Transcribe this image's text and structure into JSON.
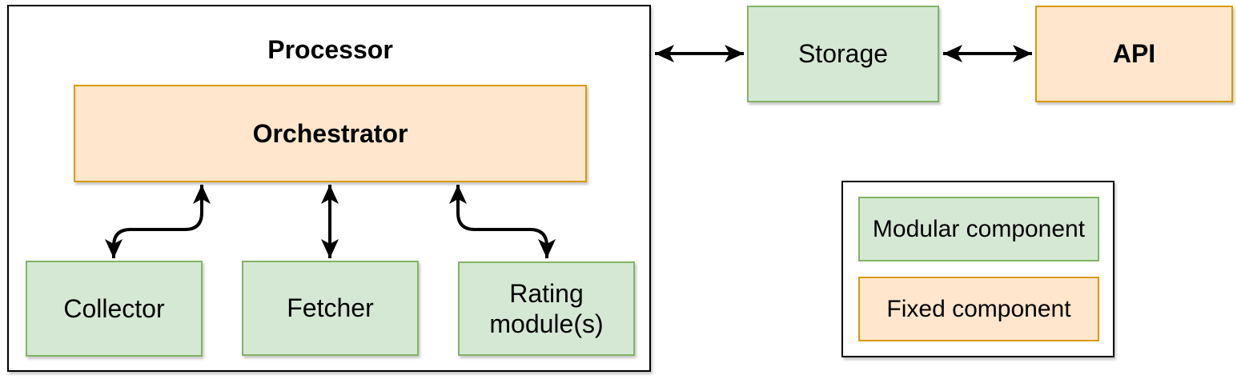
{
  "diagram": {
    "type": "architecture-diagram",
    "nodes": {
      "processor": {
        "label": "Processor",
        "kind": "container"
      },
      "orchestrator": {
        "label": "Orchestrator",
        "kind": "fixed"
      },
      "collector": {
        "label": "Collector",
        "kind": "modular"
      },
      "fetcher": {
        "label": "Fetcher",
        "kind": "modular"
      },
      "rating": {
        "label": "Rating module(s)",
        "kind": "modular"
      },
      "storage": {
        "label": "Storage",
        "kind": "modular"
      },
      "api": {
        "label": "API",
        "kind": "fixed"
      }
    },
    "edges": [
      {
        "from": "processor",
        "to": "storage",
        "direction": "bidirectional"
      },
      {
        "from": "storage",
        "to": "api",
        "direction": "bidirectional"
      },
      {
        "from": "orchestrator",
        "to": "collector",
        "direction": "bidirectional"
      },
      {
        "from": "orchestrator",
        "to": "fetcher",
        "direction": "bidirectional"
      },
      {
        "from": "orchestrator",
        "to": "rating",
        "direction": "bidirectional"
      }
    ],
    "legend": {
      "items": [
        {
          "label": "Modular component",
          "kind": "modular"
        },
        {
          "label": "Fixed component",
          "kind": "fixed"
        }
      ]
    },
    "colors": {
      "modular_fill": "#d5e8d4",
      "modular_border": "#82b366",
      "fixed_fill": "#ffe6cc",
      "fixed_border": "#d79b00",
      "container_border": "#000000",
      "arrow": "#000000",
      "text": "#000000",
      "background": "#ffffff"
    }
  }
}
